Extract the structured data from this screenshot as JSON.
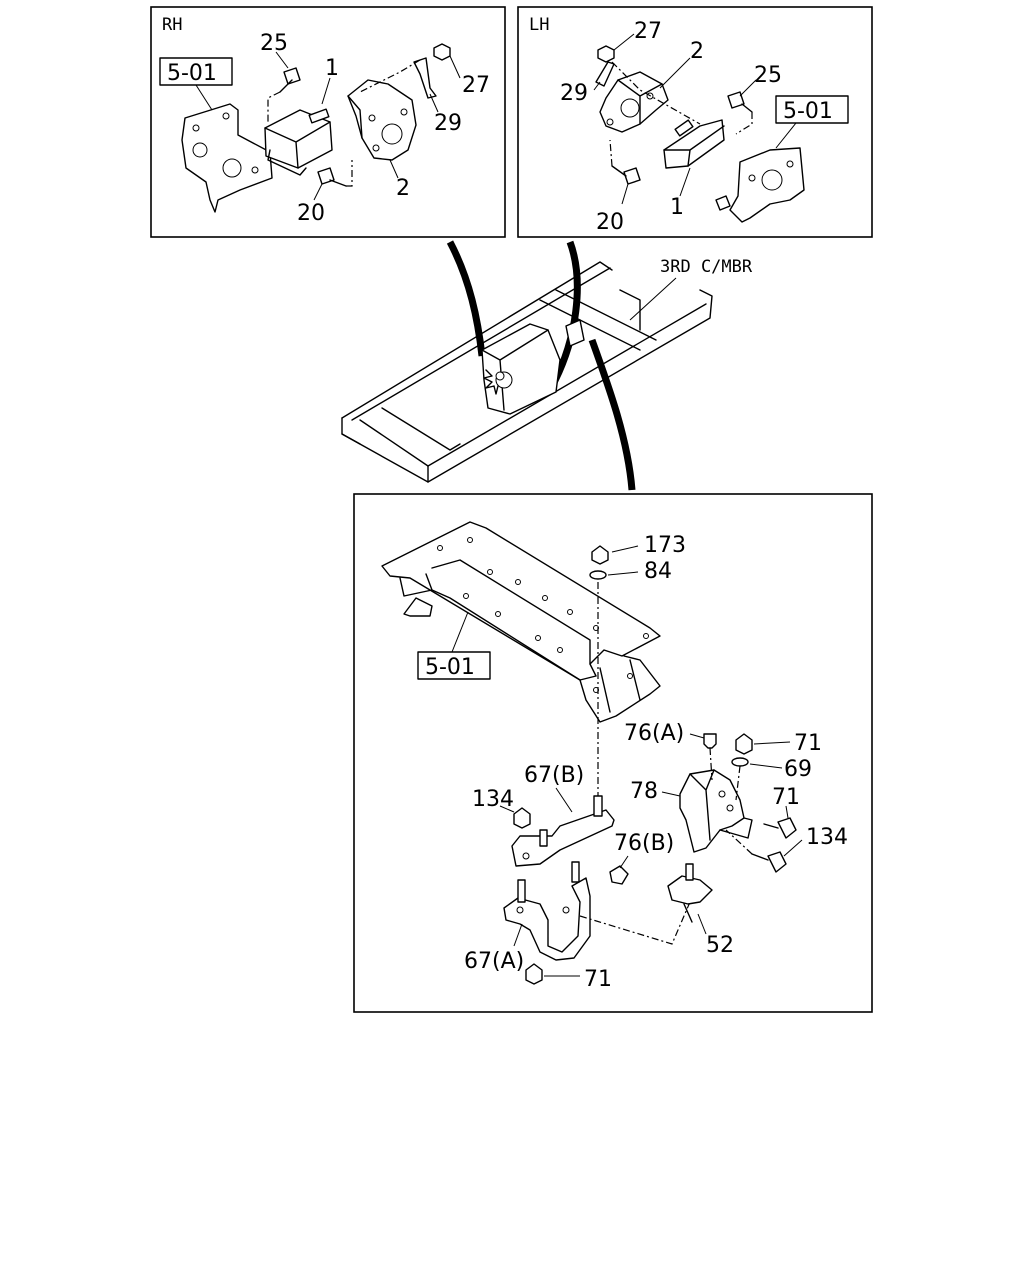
{
  "panels": {
    "rh": {
      "tag": "RH",
      "ref": "5-01",
      "callouts": [
        "25",
        "1",
        "27",
        "29",
        "2",
        "20"
      ]
    },
    "lh": {
      "tag": "LH",
      "ref": "5-01",
      "callouts": [
        "27",
        "2",
        "29",
        "25",
        "20",
        "1"
      ]
    },
    "overview": {
      "label": "3RD C/MBR"
    },
    "detail": {
      "ref": "5-01",
      "callouts": [
        "173",
        "84",
        "76(A)",
        "71",
        "69",
        "67(B)",
        "78",
        "134",
        "71",
        "134",
        "76(B)",
        "52",
        "67(A)",
        "71"
      ]
    }
  }
}
